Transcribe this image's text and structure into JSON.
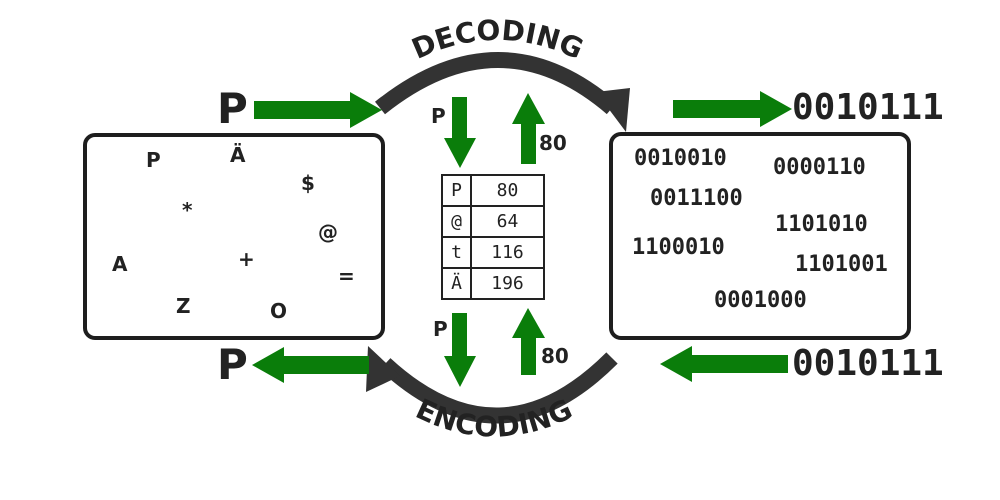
{
  "colors": {
    "arrow_green": "#0a7d0a",
    "dark": "#333333",
    "border": "#1e1e1e"
  },
  "labels": {
    "decoding": "DECODING",
    "encoding": "ENCODING"
  },
  "left_symbols": [
    "P",
    "Ä",
    "$",
    "*",
    "@",
    "A",
    "+",
    "=",
    "Z",
    "O"
  ],
  "right_codes": [
    "0010010",
    "0000110",
    "0011100",
    "1101010",
    "1100010",
    "1101001",
    "0001000"
  ],
  "top_input_char": "P",
  "top_output_code": "0010111",
  "bottom_input_code": "0010111",
  "bottom_output_char": "P",
  "mid_top": {
    "char": "P",
    "value": "80"
  },
  "mid_bottom": {
    "char": "P",
    "value": "80"
  },
  "table": [
    {
      "char": "P",
      "value": "80"
    },
    {
      "char": "@",
      "value": "64"
    },
    {
      "char": "t",
      "value": "116"
    },
    {
      "char": "Ä",
      "value": "196"
    }
  ]
}
